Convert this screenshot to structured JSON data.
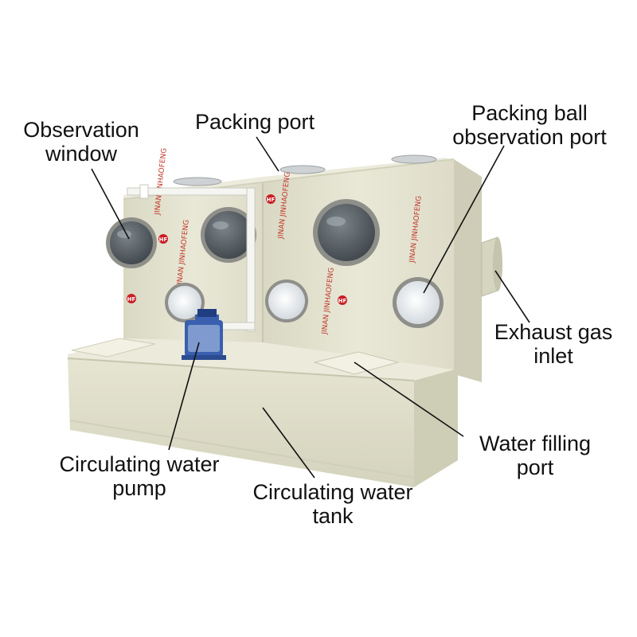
{
  "labels": {
    "observation_window": [
      "Observation",
      "window"
    ],
    "packing_port": [
      "Packing port"
    ],
    "packing_ball_port": [
      "Packing ball",
      "observation port"
    ],
    "exhaust_gas_inlet": [
      "Exhaust gas",
      "inlet"
    ],
    "water_filling_port": [
      "Water filling",
      "port"
    ],
    "circulating_water_pump": [
      "Circulating water",
      "pump"
    ],
    "circulating_water_tank": [
      "Circulating water",
      "tank"
    ]
  },
  "panel_print": {
    "brand_text": "JINAN JINHAOFENG",
    "logo_text": "HF"
  },
  "colors": {
    "body": "#e7e6d3",
    "body_shade": "#d7d6c0",
    "tank": "#e0dfcb",
    "tank_top": "#ebeadb",
    "window_ring": "#8f8f8a",
    "window_glass": "#4c5358",
    "logo_red": "#c81e24",
    "text_red": "#c0392b",
    "pump_blue": "#3a5fae",
    "label_text": "#111111",
    "leader_line": "#111111"
  }
}
